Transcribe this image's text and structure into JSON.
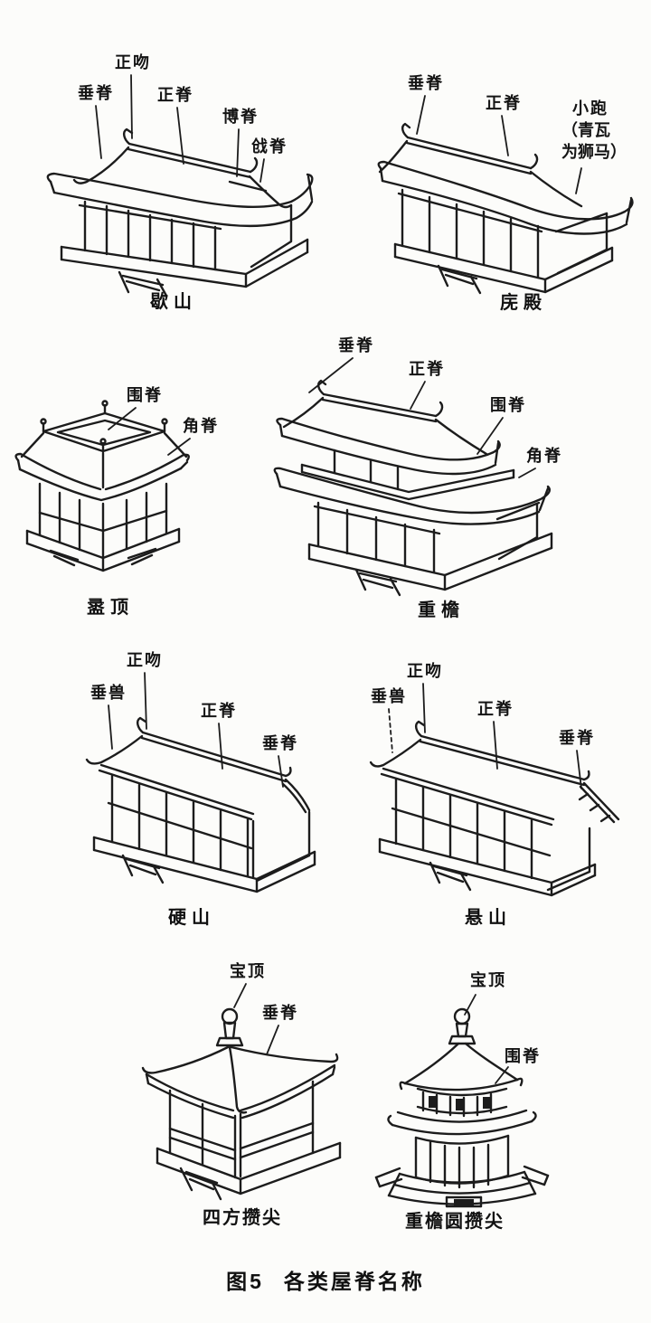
{
  "page": {
    "figure_label": "图5",
    "figure_title": "各类屋脊名称"
  },
  "colors": {
    "ink": "#1c1c1c",
    "paper": "#fcfcfa"
  },
  "panels": {
    "xieshan": {
      "caption": "歇山",
      "labels": {
        "zhengwen": "正吻",
        "chuiji": "垂脊",
        "zhengji": "正脊",
        "boji": "博脊",
        "qiangji": "戗脊"
      }
    },
    "wudian": {
      "caption": "庑殿",
      "labels": {
        "chuiji": "垂脊",
        "zhengji": "正脊",
        "xiaopao": "小跑",
        "xiaopao_note1": "（青瓦",
        "xiaopao_note2": "为狮马）"
      }
    },
    "luding": {
      "caption": "盝顶",
      "labels": {
        "weiji": "围脊",
        "jiaoji": "角脊"
      }
    },
    "chongyan": {
      "caption": "重檐",
      "labels": {
        "chuiji": "垂脊",
        "zhengji": "正脊",
        "weiji": "围脊",
        "jiaoji": "角脊"
      }
    },
    "yingshan": {
      "caption": "硬山",
      "labels": {
        "zhengwen": "正吻",
        "chuishou": "垂兽",
        "zhengji": "正脊",
        "chuiji": "垂脊"
      }
    },
    "xuanshan": {
      "caption": "悬山",
      "labels": {
        "zhengwen": "正吻",
        "chuishou": "垂兽",
        "zhengji": "正脊",
        "chuiji": "垂脊"
      }
    },
    "sifang": {
      "caption": "四方攒尖",
      "labels": {
        "baoding": "宝顶",
        "chuiji": "垂脊"
      }
    },
    "yuanzan": {
      "caption": "重檐圆攒尖",
      "labels": {
        "baoding": "宝顶",
        "weiji": "围脊"
      }
    }
  }
}
